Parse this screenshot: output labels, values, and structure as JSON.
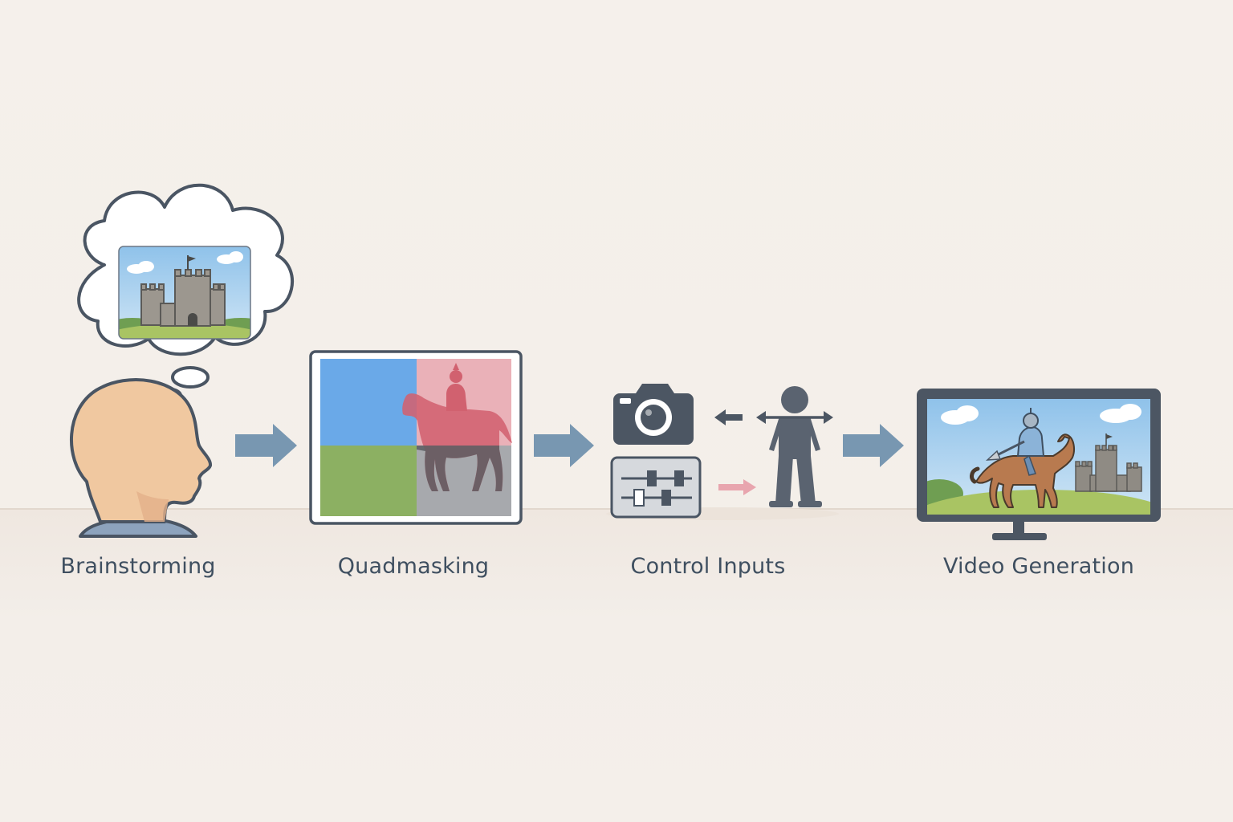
{
  "steps": [
    {
      "label": "Brainstorming",
      "icon": "head-with-thought-bubble-icon"
    },
    {
      "label": "Quadmasking",
      "icon": "quad-mask-frame-icon"
    },
    {
      "label": "Control Inputs",
      "icon": "camera-sliders-figure-icon"
    },
    {
      "label": "Video Generation",
      "icon": "monitor-knight-castle-icon"
    }
  ],
  "colors": {
    "arrow": "#7897b1",
    "outline": "#4a5563",
    "skin": "#f0c8a0",
    "mask_blue": "#6aa9e8",
    "mask_red": "#eab1b8",
    "mask_green": "#8cb062",
    "mask_gray": "#a7a9ad",
    "label": "#3f4f60"
  }
}
